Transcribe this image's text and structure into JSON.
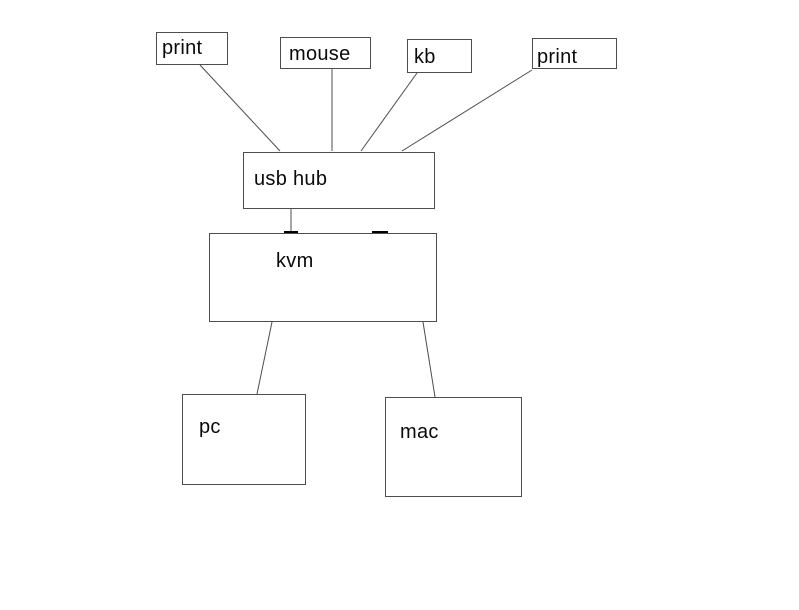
{
  "diagram": {
    "type": "network-diagram",
    "background_color": "#ffffff",
    "line_color": "#4d4d4d",
    "text_color": "#0a0a0a",
    "port_mark_color": "#000000",
    "nodes": {
      "printer_left": {
        "label": "print"
      },
      "mouse": {
        "label": "mouse"
      },
      "keyboard": {
        "label": "kb"
      },
      "printer_right": {
        "label": "print"
      },
      "usb_hub": {
        "label": "usb hub"
      },
      "kvm": {
        "label": "kvm"
      },
      "pc": {
        "label": "pc"
      },
      "mac": {
        "label": "mac"
      }
    },
    "connections": [
      {
        "from": "printer_left",
        "to": "usb_hub"
      },
      {
        "from": "mouse",
        "to": "usb_hub"
      },
      {
        "from": "keyboard",
        "to": "usb_hub"
      },
      {
        "from": "printer_right",
        "to": "usb_hub"
      },
      {
        "from": "usb_hub",
        "to": "kvm"
      },
      {
        "from": "kvm",
        "to": "pc"
      },
      {
        "from": "kvm",
        "to": "mac"
      }
    ],
    "kvm_ports": [
      "usb-port-mark-left",
      "usb-port-mark-right"
    ]
  }
}
